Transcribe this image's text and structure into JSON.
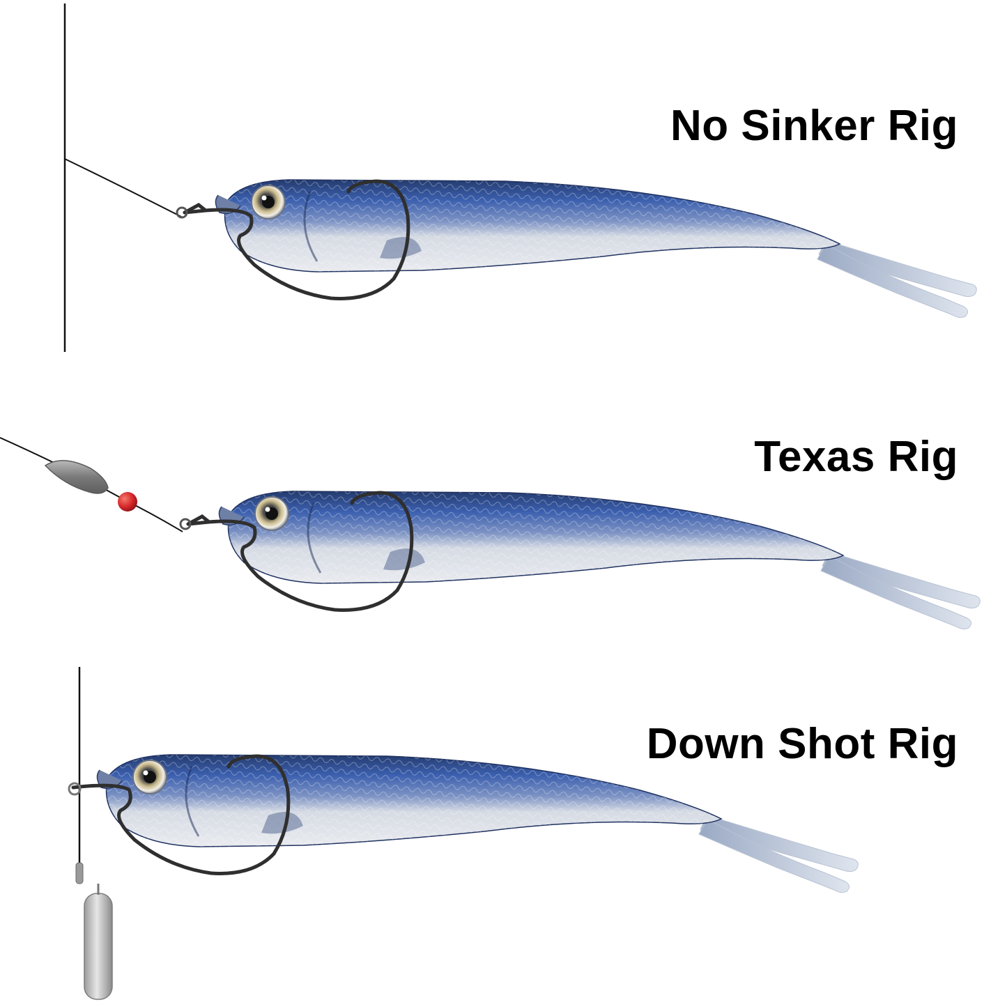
{
  "rigs": [
    {
      "label": "No Sinker Rig"
    },
    {
      "label": "Texas Rig"
    },
    {
      "label": "Down Shot Rig"
    }
  ],
  "colors": {
    "background": "#ffffff",
    "text": "#000000",
    "fish_back": "#2f4f8f",
    "fish_back_highlight": "#4a73c4",
    "fish_belly": "#d9dce2",
    "fish_tail": "#c8d0dc",
    "hook": "#3a3a3a",
    "line": "#111111",
    "bead": "#d8272b",
    "sinker": "#8e8e8e"
  },
  "icons": [
    "fishing-line-icon",
    "fishing-hook-icon",
    "soft-bait-fish-icon",
    "bullet-sinker-icon",
    "bead-icon",
    "drop-shot-weight-icon"
  ]
}
